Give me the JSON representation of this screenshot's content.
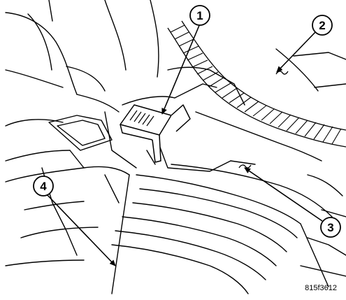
{
  "callouts": [
    {
      "number": "1"
    },
    {
      "number": "2"
    },
    {
      "number": "3"
    },
    {
      "number": "4"
    }
  ],
  "figure_id": "815f3612",
  "colors": {
    "line": "#000000",
    "background": "#ffffff"
  }
}
